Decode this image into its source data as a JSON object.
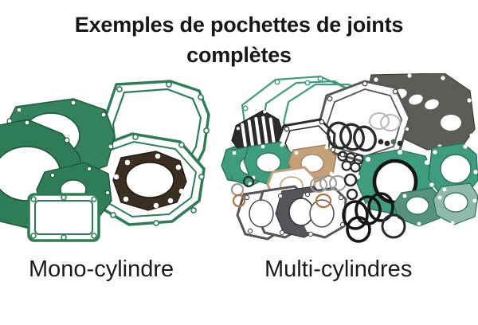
{
  "slide": {
    "background_color": "#ffffff",
    "title": {
      "line1": "Exemples de pochettes de joints",
      "line2": "complètes",
      "color": "#17171a"
    },
    "captions": {
      "left": "Mono-cylindre",
      "right": "Multi-cylindres",
      "color": "#1b1b1d"
    },
    "panels": [
      {
        "id": "mono-cylindre",
        "caption": "Mono-cylindre",
        "description": "Pochette de joints complète moteur mono-cylindre",
        "part_count_visible": 9,
        "parts": [
          {
            "name": "joint-carter-gauche",
            "shape": "crankcase-cover",
            "color": "#2f7d57"
          },
          {
            "name": "joint-carter-droit",
            "shape": "crankcase-cover",
            "color": "#2f7d57"
          },
          {
            "name": "joint-carter-central",
            "shape": "crankcase-half",
            "color": "#37895f"
          },
          {
            "name": "joint-couvercle-allumage",
            "shape": "ignition-cover",
            "color": "#2f7d57"
          },
          {
            "name": "joint-culasse",
            "shape": "cylinder-head",
            "color": "#347f5b"
          },
          {
            "name": "joint-embase-cylindre",
            "shape": "cylinder-base",
            "color": "#3b2e22"
          },
          {
            "name": "joint-clapets",
            "shape": "reed-valve-rectangle",
            "color": "#2f7d57"
          },
          {
            "name": "joint-pompe-a-eau",
            "shape": "small-plate",
            "color": "#2f7d57"
          },
          {
            "name": "joint-carter-arriere",
            "shape": "crankcase-rear",
            "color": "#2f7d57"
          }
        ]
      },
      {
        "id": "multi-cylindres",
        "caption": "Multi-cylindres",
        "description": "Pochette de joints complète moteur multi-cylindres avec joints toriques",
        "part_count_visible": 34,
        "parts": [
          {
            "name": "joint-carter-moteur-grand",
            "shape": "large-crankcase",
            "color": "#5d5d58"
          },
          {
            "name": "joint-couvercle-embrayage",
            "shape": "clutch-cover",
            "color": "#3f9c7e"
          },
          {
            "name": "joint-couvercle-alternateur",
            "shape": "alternator-cover",
            "color": "#3f9c7e"
          },
          {
            "name": "joint-couvercle-distribution",
            "shape": "timing-cover",
            "color": "#57575a"
          },
          {
            "name": "joint-cache-culbuteurs",
            "shape": "slotted-plate",
            "color": "#2b2b2c"
          },
          {
            "name": "joint-collecteur",
            "shape": "manifold-plate",
            "color": "#2b2b2c"
          },
          {
            "name": "joints-culasse",
            "shape": "head-gasket",
            "color": "#3f9c7e"
          },
          {
            "name": "joints-embase-cylindres",
            "shape": "cylinder-base-stack",
            "color": "#55555a"
          },
          {
            "name": "joint-papier-kraft",
            "shape": "paper-plate",
            "color": "#c4a078"
          },
          {
            "name": "joints-toriques-noirs",
            "shape": "o-ring",
            "color": "#161617"
          },
          {
            "name": "joints-toriques-cuivre",
            "shape": "o-ring",
            "color": "#b0713f"
          },
          {
            "name": "joints-toriques-gris",
            "shape": "o-ring",
            "color": "#9a9a96"
          },
          {
            "name": "bagues-etancheite",
            "shape": "seal-ring",
            "color": "#2b2b2c"
          }
        ]
      }
    ],
    "palette": {
      "green_gasket": "#2f7d57",
      "teal_gasket": "#3f9c7e",
      "dark_gasket": "#3b2e22",
      "gray_gasket": "#5d5d58",
      "black_oring": "#161617",
      "copper_oring": "#b0713f",
      "kraft_paper": "#c4a078",
      "background": "#ffffff"
    }
  }
}
